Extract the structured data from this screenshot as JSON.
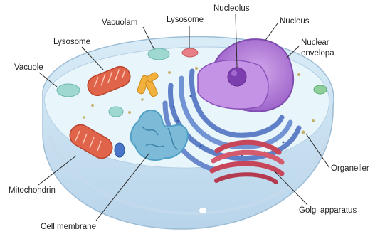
{
  "labels": {
    "nucleolus": "Nucleolus",
    "nucleus": "Nucleus",
    "nuclear_envelope_1": "Nuclear",
    "nuclear_envelope_2": "envelopa",
    "vacuolam": "Vacuolam",
    "lysosome_top": "Lysosome",
    "lysosome_left": "Lysosome",
    "vacuole": "Vacuole",
    "organeller": "Organeller",
    "mitochondrin": "Mitochondrin",
    "golgi": "Golgi apparatus",
    "cell_membrane": "Cell membrane"
  },
  "colors": {
    "cytoplasm": "#e6f4fb",
    "membrane": "#aac8e0",
    "nucleus": "#b27bd6",
    "nucleolus": "#7d3fb0",
    "er": "#5f7fc7",
    "golgi": "#c8465a",
    "mitochondria": "#e0644a",
    "vacuole": "#9fd8d0",
    "lysosome": "#e87f86",
    "centrioles": "#f2b03d",
    "cytoskeleton": "#4fa0c6"
  }
}
